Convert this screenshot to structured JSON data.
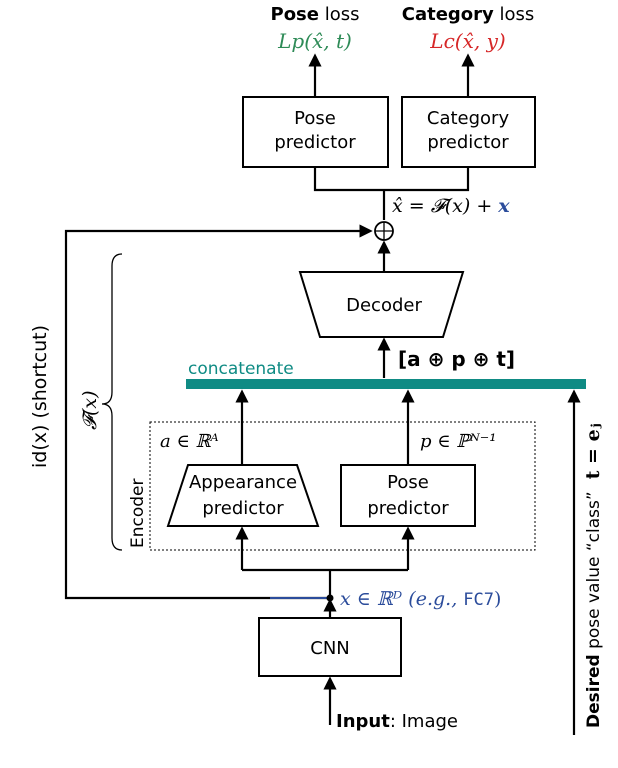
{
  "colors": {
    "green": "#2e8b57",
    "red": "#d62728",
    "blue": "#2b4c9b",
    "teal": "#0f8b84"
  },
  "outputs": {
    "pose_loss": {
      "bold": "Pose",
      "rest": " loss",
      "formula": "Lp(x̂, t)"
    },
    "category_loss": {
      "bold": "Category",
      "rest": " loss",
      "formula": "Lc(x̂, y)"
    }
  },
  "boxes": {
    "pose_predictor_top": [
      "Pose",
      "predictor"
    ],
    "category_predictor": [
      "Category",
      "predictor"
    ],
    "decoder": "Decoder",
    "appearance_predictor": [
      "Appearance",
      "predictor"
    ],
    "pose_predictor_enc": [
      "Pose",
      "predictor"
    ],
    "cnn": "CNN"
  },
  "sum_formula": {
    "lhs": "x̂ = 𝓕(x) + ",
    "rhs": "x"
  },
  "concat_formula": "[a ⊕ p ⊕ t]",
  "concatenate_label": "concatenate",
  "shortcut_label": "id(x) (shortcut)",
  "fx_label": "𝓕(x)",
  "encoder_label": "Encoder",
  "a_space": "a ∈ ℝᴬ",
  "p_space": "p ∈ ℙᴺ⁻¹",
  "x_space": {
    "main": "x ∈ ℝᴰ",
    "eg": " (e.g., ",
    "code": "FC7",
    "close": ")"
  },
  "input_label": {
    "bold": "Input",
    "rest": ": Image"
  },
  "desired_label": {
    "bold": "Desired",
    "rest": " pose value  “class”",
    "formula": "t = eⱼ"
  }
}
